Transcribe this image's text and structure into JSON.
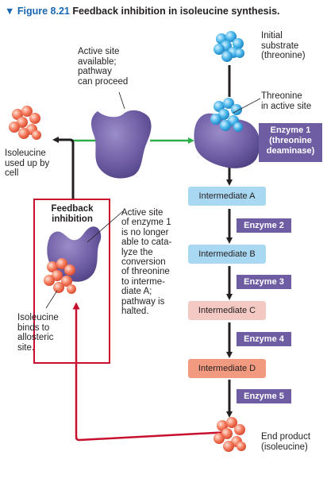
{
  "figure": {
    "number": "▼ Figure 8.21",
    "caption": "Feedback inhibition in isoleucine synthesis."
  },
  "labels": {
    "initial_substrate": [
      "Initial",
      "substrate",
      "(threonine)"
    ],
    "active_site_available": [
      "Active site",
      "available;",
      "pathway",
      "can proceed"
    ],
    "threonine_in_active_site": [
      "Threonine",
      "in active site"
    ],
    "isoleucine_used_up": [
      "Isoleucine",
      "used up by",
      "cell"
    ],
    "feedback_inhibition": [
      "Feedback",
      "inhibition"
    ],
    "active_site_blocked": [
      "Active site",
      "of enzyme 1",
      "is no longer",
      "able to cata-",
      "lyze the",
      "conversion",
      "of threonine",
      "to interme-",
      "diate A;",
      "pathway is",
      "halted."
    ],
    "isoleucine_binds": [
      "Isoleucine",
      "binds to",
      "allosteric",
      "site."
    ],
    "end_product": [
      "End product",
      "(isoleucine)"
    ]
  },
  "enzymes": {
    "enzyme1": [
      "Enzyme 1",
      "(threonine",
      "deaminase)"
    ],
    "enzyme2": "Enzyme 2",
    "enzyme3": "Enzyme 3",
    "enzyme4": "Enzyme 4",
    "enzyme5": "Enzyme 5"
  },
  "intermediates": {
    "a": "Intermediate A",
    "b": "Intermediate B",
    "c": "Intermediate C",
    "d": "Intermediate D"
  },
  "colors": {
    "figure_number": "#1a67b1",
    "enzyme_fill": "#6e5da3",
    "intermediate_a": "#a9d8f2",
    "intermediate_b": "#a9d8f2",
    "intermediate_c": "#f4c9c3",
    "intermediate_d": "#f29a80",
    "feedback_box": "#c8102e",
    "green_arrow": "#2bb04a",
    "threonine_molecule": "#49b6ea",
    "isoleucine_molecule": "#f47a5c"
  }
}
